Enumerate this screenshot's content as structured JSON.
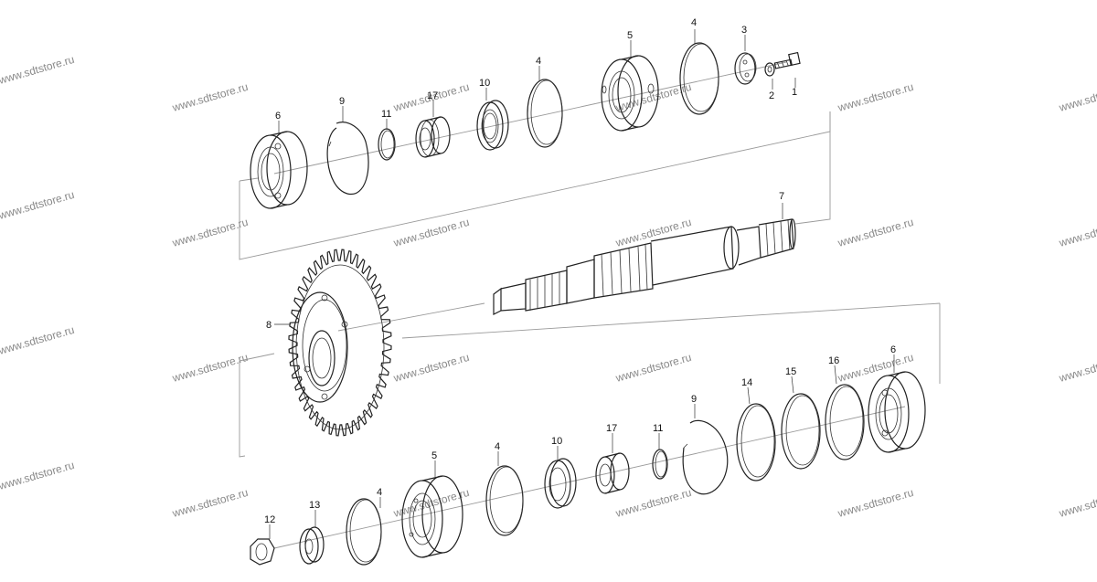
{
  "watermark": "www.sdtstore.ru",
  "callouts": {
    "c1": "1",
    "c2": "2",
    "c3": "3",
    "c4a": "4",
    "c5a": "5",
    "c4b": "4",
    "c10a": "10",
    "c17a": "17",
    "c11a": "11",
    "c9a": "9",
    "c6a": "6",
    "c7": "7",
    "c8": "8",
    "c9b": "9",
    "c14": "14",
    "c15": "15",
    "c16": "16",
    "c6b": "6",
    "c17b": "17",
    "c11b": "11",
    "c10b": "10",
    "c4c": "4",
    "c5b": "5",
    "c4d": "4",
    "c13": "13",
    "c12": "12"
  },
  "parts": {
    "bolt": "bolt-icon",
    "washer": "washer-icon",
    "plate": "retainer-plate-icon",
    "bearing": "bearing-icon",
    "seal": "oil-seal-icon",
    "snap_ring": "snap-ring-icon",
    "circlip": "circlip-icon",
    "bushing": "bushing-icon",
    "shaft": "splined-shaft-icon",
    "gear": "gear-icon",
    "nut": "hex-nut-icon"
  }
}
